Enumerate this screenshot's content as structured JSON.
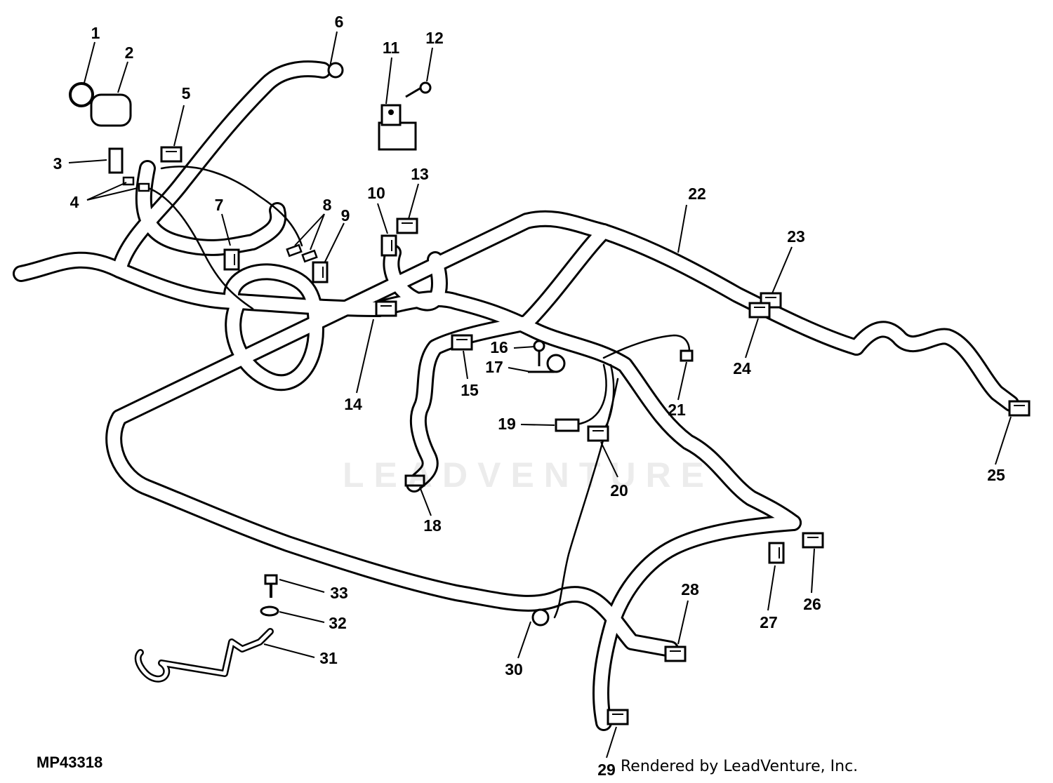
{
  "figure_id": "MP43318",
  "credit": "Rendered by LeadVenture, Inc.",
  "watermark": "LEADVENTURE",
  "callouts": [
    "1",
    "2",
    "3",
    "4",
    "5",
    "6",
    "7",
    "8",
    "9",
    "10",
    "11",
    "12",
    "13",
    "14",
    "15",
    "16",
    "17",
    "18",
    "19",
    "20",
    "21",
    "22",
    "23",
    "24",
    "25",
    "26",
    "27",
    "28",
    "29",
    "30",
    "31",
    "32",
    "33"
  ],
  "colors": {
    "line": "#000000",
    "background": "#ffffff"
  }
}
